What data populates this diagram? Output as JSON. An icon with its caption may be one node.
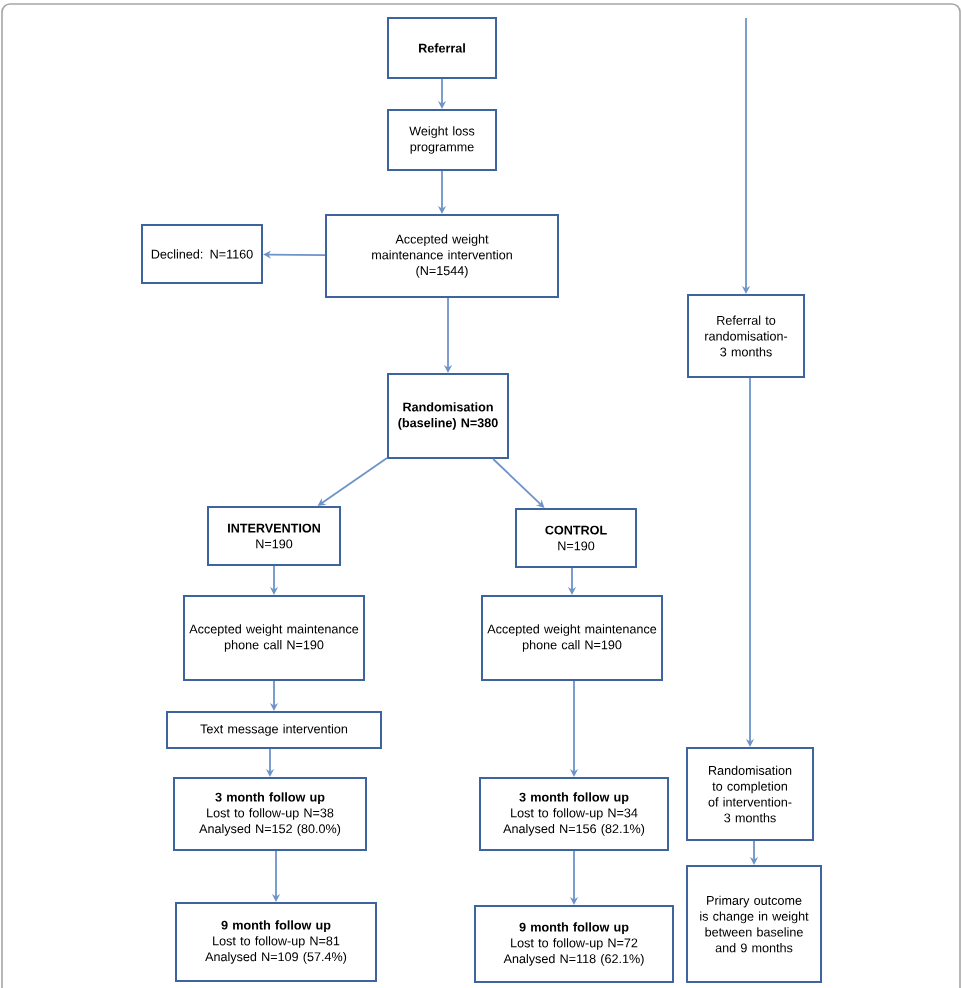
{
  "diagram": {
    "nodes": [
      {
        "text": [
          "Referral"
        ]
      },
      {
        "text": [
          "Weight loss programme"
        ]
      },
      {
        "text": [
          "Accepted weight maintenance intervention",
          "(N=1544)"
        ]
      },
      {
        "text": [
          "Declined: N=1160"
        ]
      },
      {
        "text": [
          "Randomisation (baseline) N=380"
        ]
      },
      {
        "text": [
          "INTERVENTION",
          "N=190"
        ]
      },
      {
        "text": [
          "CONTROL",
          "N=190"
        ]
      },
      {
        "text": [
          "Accepted weight maintenance phone call N=190"
        ]
      },
      {
        "text": [
          "Accepted weight maintenance phone call N=190"
        ]
      },
      {
        "text": [
          "Text message intervention"
        ]
      },
      {
        "text": [
          "3 month follow up",
          "Lost to follow-up N=38",
          "Analysed N=152 (80.0%)"
        ]
      },
      {
        "text": [
          "3 month follow up",
          "Lost to follow-up N=34",
          "Analysed N=156 (82.1%)"
        ]
      },
      {
        "text": [
          "9 month follow up",
          "Lost to follow-up N=81",
          "Analysed N=109 (57.4%)"
        ]
      },
      {
        "text": [
          "9 month follow up",
          "Lost to follow-up N=72",
          "Analysed N=118 (62.1%)"
        ]
      },
      {
        "text": [
          "Referral to randomisation-3 months"
        ]
      },
      {
        "text": [
          "Randomisation to completion of intervention-3 months"
        ]
      },
      {
        "text": [
          "Primary outcome is change in weight between baseline and 9 months"
        ]
      }
    ],
    "edges": [
      {
        "from": 0,
        "to": 1,
        "arrow": "to"
      },
      {
        "from": 1,
        "to": 2,
        "arrow": "to"
      },
      {
        "from": 2,
        "to": 3,
        "arrow": "to"
      },
      {
        "from": 2,
        "to": 4,
        "arrow": "to"
      },
      {
        "from": 4,
        "to": 5,
        "arrow": "to"
      },
      {
        "from": 4,
        "to": 6,
        "arrow": "to"
      },
      {
        "from": 5,
        "to": 7,
        "arrow": "to"
      },
      {
        "from": 6,
        "to": 8,
        "arrow": "to"
      },
      {
        "from": 7,
        "to": 9,
        "arrow": "to"
      },
      {
        "from": 9,
        "to": 10,
        "arrow": "to"
      },
      {
        "from": 8,
        "to": 11,
        "arrow": "to"
      },
      {
        "from": 10,
        "to": 12,
        "arrow": "to"
      },
      {
        "from": 11,
        "to": 13,
        "arrow": "to"
      },
      {
        "from": null,
        "to": 14,
        "arrow": "to"
      },
      {
        "from": 14,
        "to": 15,
        "arrow": "to"
      },
      {
        "from": 15,
        "to": 16,
        "arrow": "to"
      }
    ]
  }
}
